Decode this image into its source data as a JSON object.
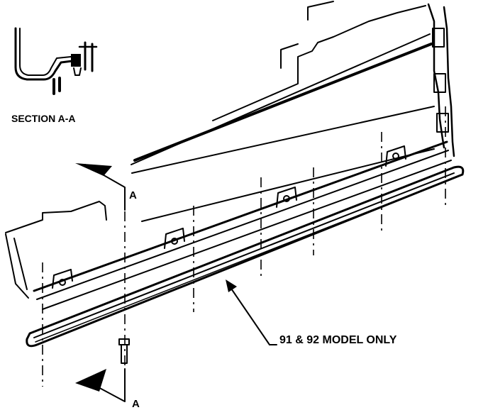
{
  "diagram": {
    "section_label": "SECTION A-A",
    "section_marker_top": "A",
    "section_marker_bottom": "A",
    "callout_label": "91 & 92 MODEL ONLY"
  }
}
